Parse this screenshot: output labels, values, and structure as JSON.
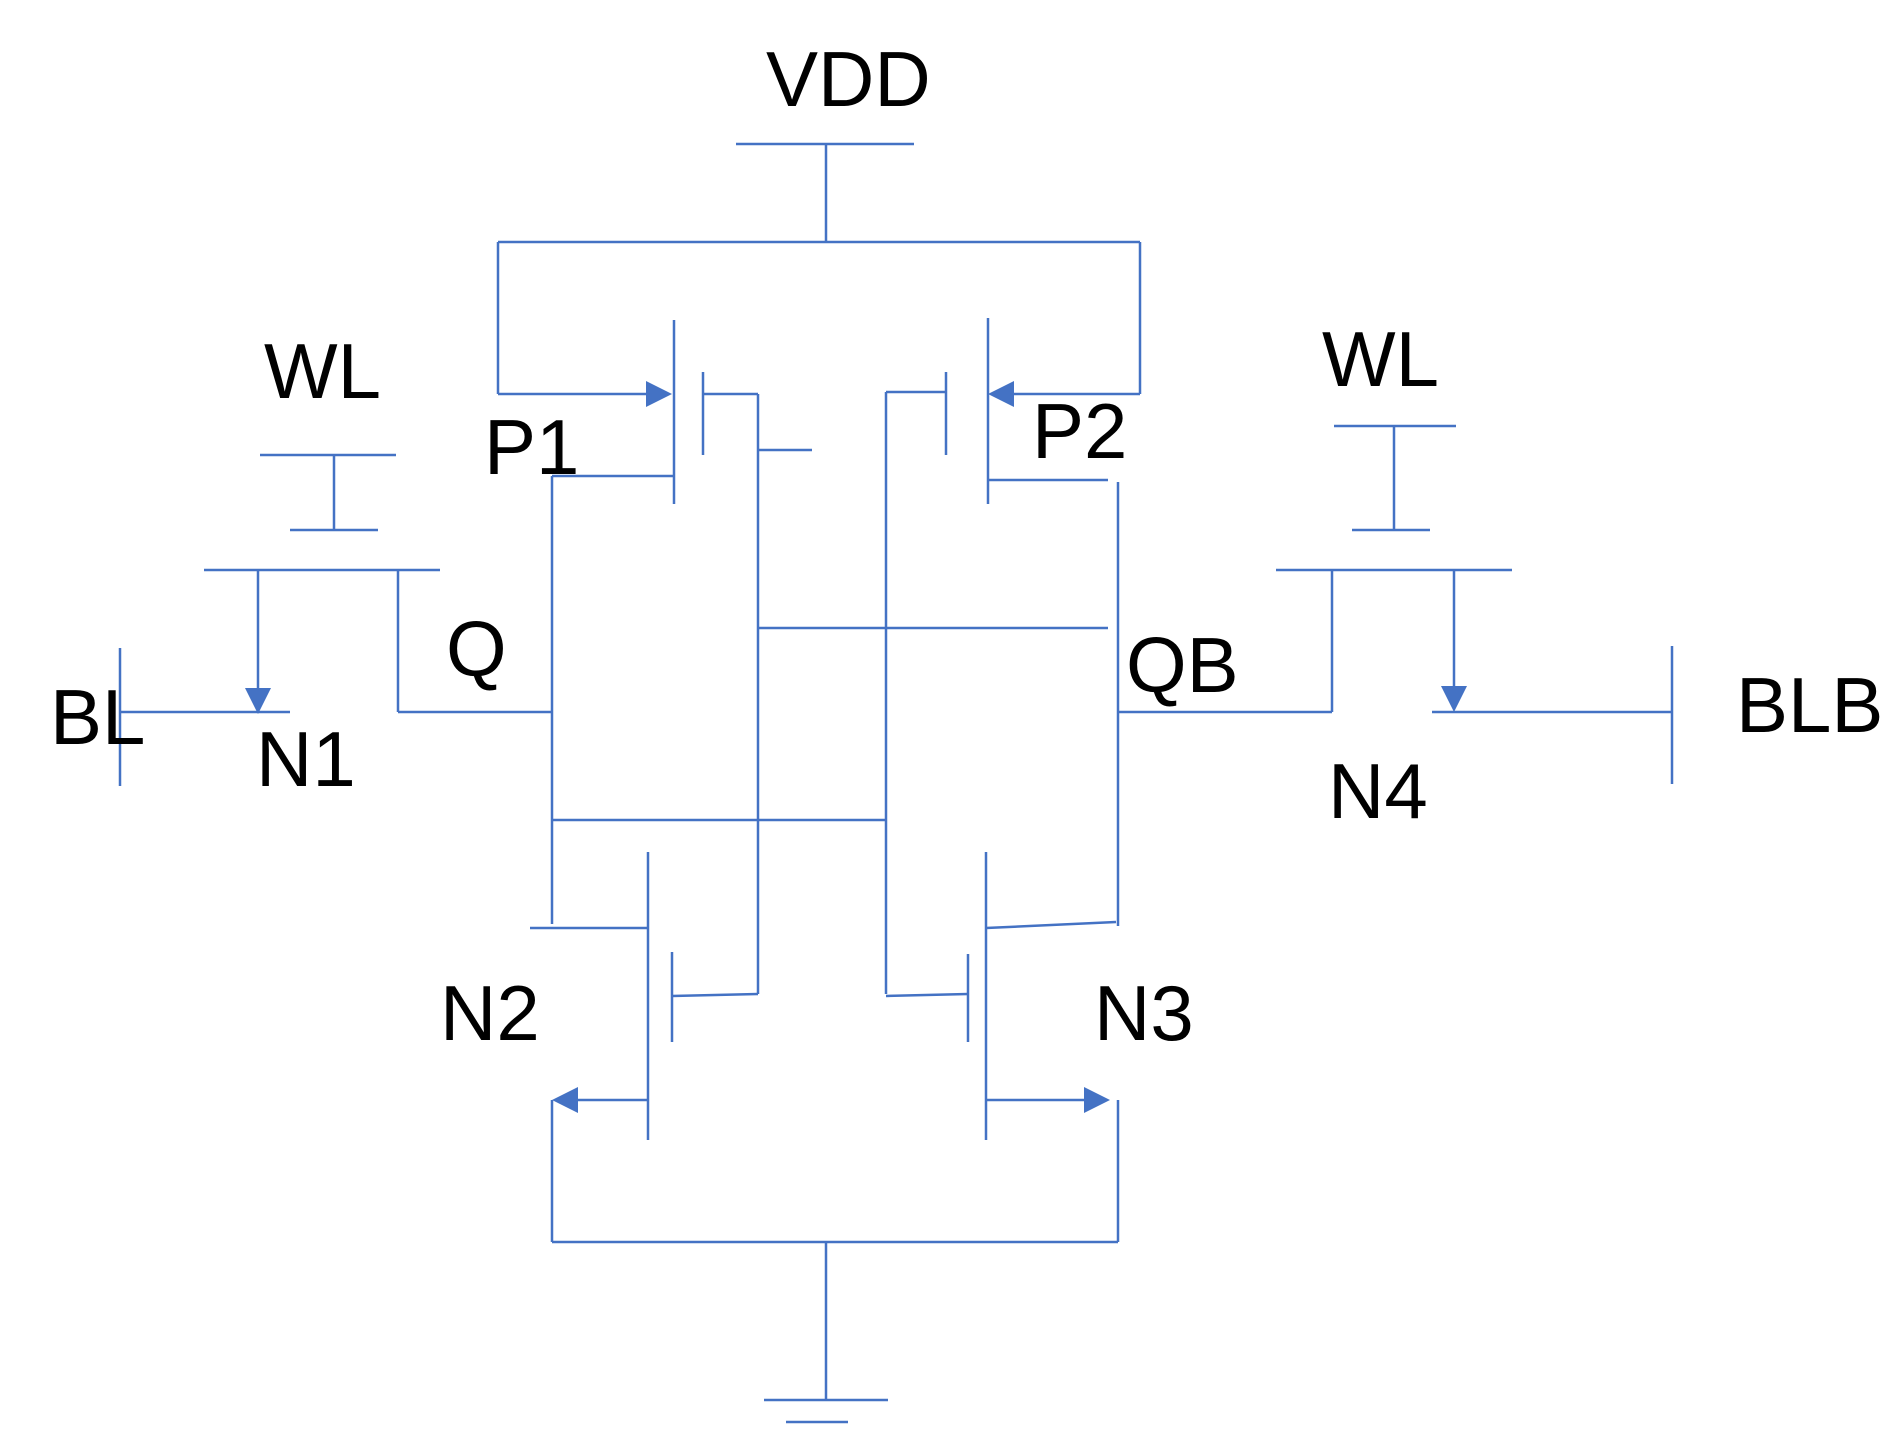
{
  "labels": {
    "vdd": "VDD",
    "wl_left": "WL",
    "wl_right": "WL",
    "p1": "P1",
    "p2": "P2",
    "q": "Q",
    "qb": "QB",
    "bl": "BL",
    "blb": "BLB",
    "n1": "N1",
    "n2": "N2",
    "n3": "N3",
    "n4": "N4"
  },
  "colors": {
    "wire": "#4472C4",
    "text": "#000000"
  }
}
